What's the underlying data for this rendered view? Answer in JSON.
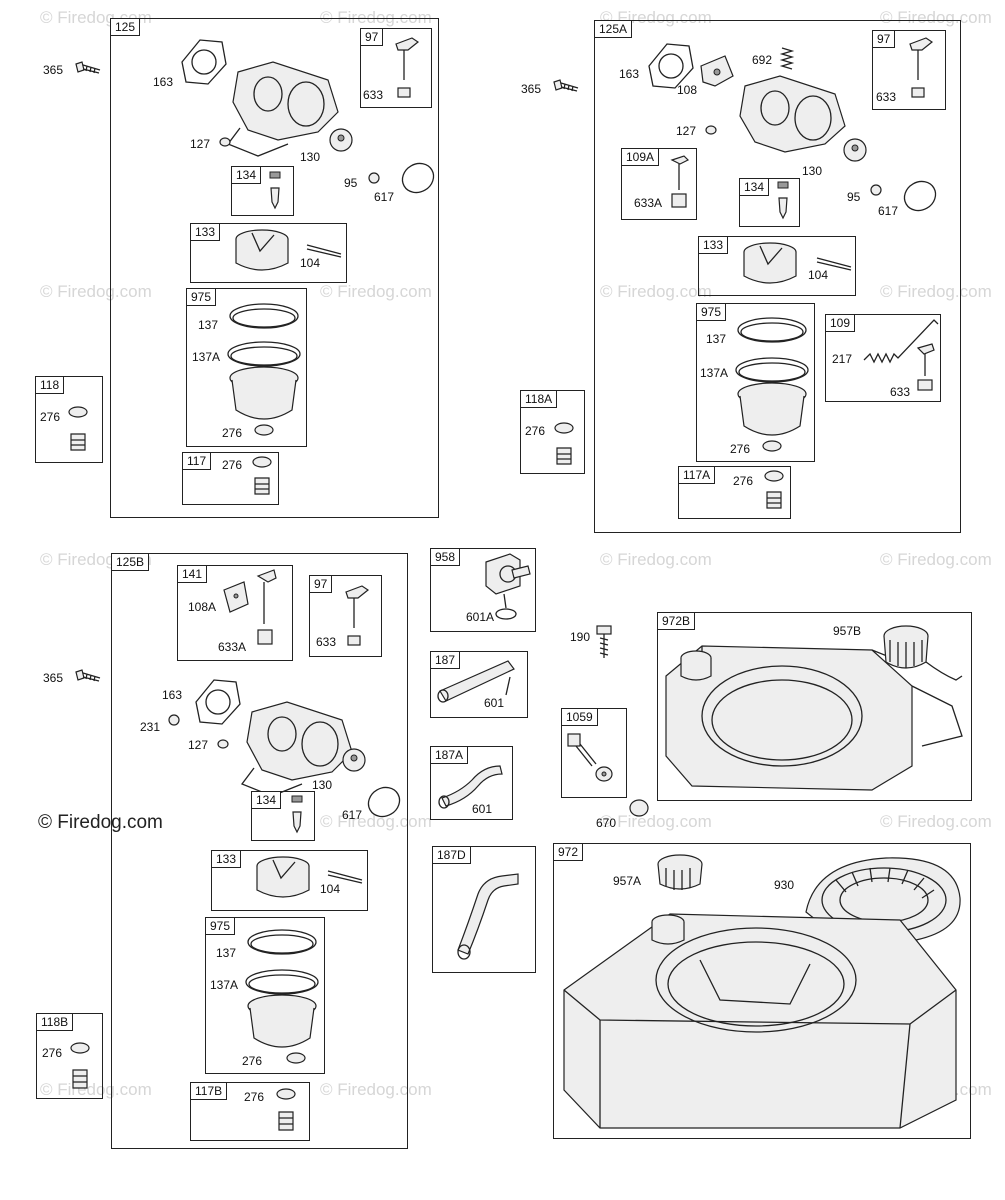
{
  "watermark": {
    "text": "© Firedog.com"
  },
  "groups": {
    "g125": "125",
    "g97a": "97",
    "g134a": "134",
    "g133a": "133",
    "g975a": "975",
    "g117": "117",
    "g118": "118",
    "g125A": "125A",
    "g97b": "97",
    "g109A": "109A",
    "g134b": "134",
    "g133b": "133",
    "g975b": "975",
    "g109": "109",
    "g118A": "118A",
    "g117A": "117A",
    "g125B": "125B",
    "g141": "141",
    "g97c": "97",
    "g134c": "134",
    "g133c": "133",
    "g975c": "975",
    "g118B": "118B",
    "g117B": "117B",
    "g958": "958",
    "g187": "187",
    "g187A": "187A",
    "g187D": "187D",
    "g972B": "972B",
    "g1059": "1059",
    "g972": "972"
  },
  "parts": {
    "p365a": "365",
    "p163a": "163",
    "p127a": "127",
    "p130a": "130",
    "p95a": "95",
    "p617a": "617",
    "p633a": "633",
    "p104a": "104",
    "p137a": "137",
    "p137Aa": "137A",
    "p276a1": "276",
    "p276a2": "276",
    "p276a3": "276",
    "p365b": "365",
    "p163b": "163",
    "p108b": "108",
    "p692b": "692",
    "p633b": "633",
    "p127b": "127",
    "p130b": "130",
    "p95b": "95",
    "p617b": "617",
    "p633Ab": "633A",
    "p104b": "104",
    "p137b": "137",
    "p137Ab": "137A",
    "p276b1": "276",
    "p217b": "217",
    "p633b2": "633",
    "p276b2": "276",
    "p276b3": "276",
    "p108Ac": "108A",
    "p633Ac": "633A",
    "p633c": "633",
    "p365c": "365",
    "p163c": "163",
    "p231c": "231",
    "p127c": "127",
    "p130c": "130",
    "p617c": "617",
    "p104c": "104",
    "p137c": "137",
    "p137Ac": "137A",
    "p276c1": "276",
    "p276c2": "276",
    "p276c3": "276",
    "p601Ad": "601A",
    "p601d": "601",
    "p601e": "601",
    "p190": "190",
    "p957B": "957B",
    "p670": "670",
    "p957A": "957A",
    "p930": "930"
  }
}
